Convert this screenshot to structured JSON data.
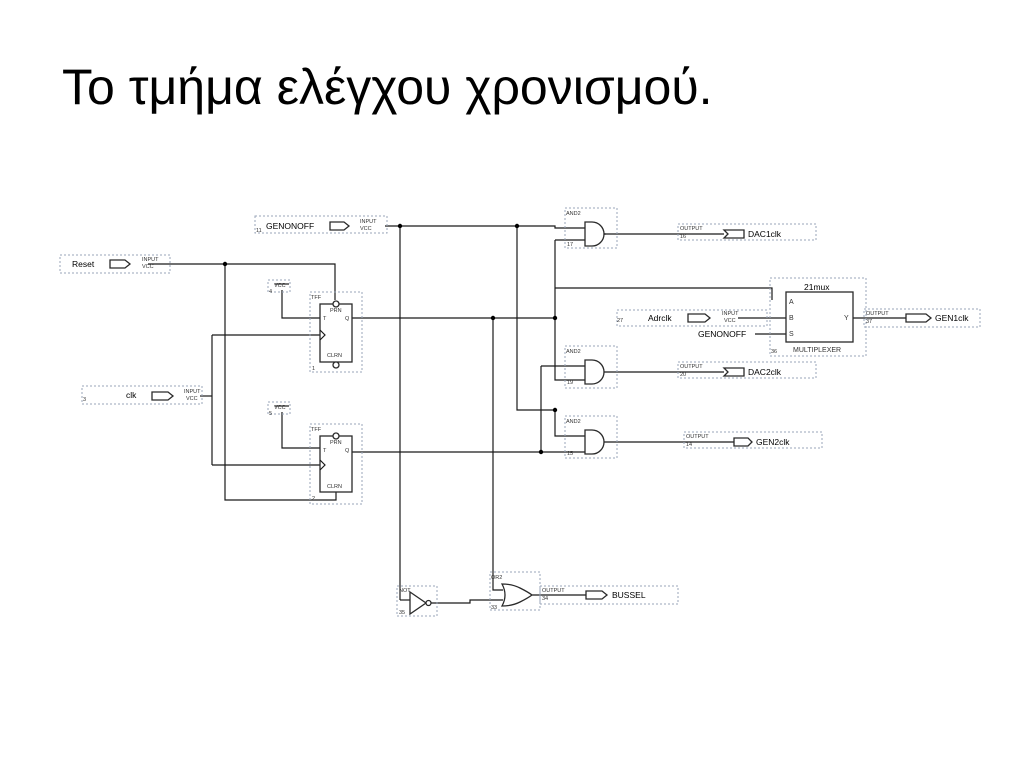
{
  "slide": {
    "title": "Το τμήμα ελέγχου χρονισμού."
  },
  "inputs": {
    "genonoff": {
      "label": "GENONOFF",
      "id": "11",
      "type": "INPUT",
      "sub": "VCC"
    },
    "reset": {
      "label": "Reset",
      "type": "INPUT",
      "sub": "VCC"
    },
    "clk": {
      "label": "clk",
      "id": "3",
      "type": "INPUT",
      "sub": "VCC"
    },
    "adrclk": {
      "label": "Adrclk",
      "id": "27",
      "type": "INPUT",
      "sub": "VCC"
    },
    "genonoff_mux": {
      "label": "GENONOFF"
    }
  },
  "vcc": [
    {
      "label": "VCC",
      "id": "4"
    },
    {
      "label": "VCC",
      "id": "5"
    }
  ],
  "tff": [
    {
      "type": "TFF",
      "prn": "PRN",
      "t": "T",
      "q": "Q",
      "clrn": "CLRN",
      "id": "1"
    },
    {
      "type": "TFF",
      "prn": "PRN",
      "t": "T",
      "q": "Q",
      "clrn": "CLRN",
      "id": "2"
    }
  ],
  "and_gates": [
    {
      "type": "AND2",
      "id": "17"
    },
    {
      "type": "AND2",
      "id": "19"
    },
    {
      "type": "AND2",
      "id": "15"
    }
  ],
  "not_gate": {
    "type": "NOT",
    "id": "35"
  },
  "or_gate": {
    "type": "OR2",
    "id": "33"
  },
  "mux": {
    "title": "21mux",
    "a": "A",
    "b": "B",
    "s": "S",
    "y": "Y",
    "name": "MULTIPLEXER",
    "id": "36"
  },
  "outputs": [
    {
      "label": "DAC1clk",
      "id": "16",
      "type": "OUTPUT"
    },
    {
      "label": "GEN1clk",
      "id": "37",
      "type": "OUTPUT"
    },
    {
      "label": "DAC2clk",
      "id": "20",
      "type": "OUTPUT"
    },
    {
      "label": "GEN2clk",
      "id": "14",
      "type": "OUTPUT"
    },
    {
      "label": "BUSSEL",
      "id": "34",
      "type": "OUTPUT"
    }
  ]
}
